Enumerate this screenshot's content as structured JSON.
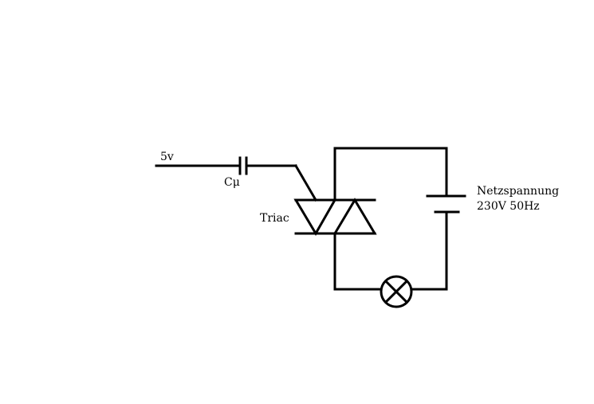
{
  "labels": {
    "input_voltage": "5v",
    "capacitor": "Cμ",
    "triac": "Triac",
    "mains_line1": "Netzspannung",
    "mains_line2": "230V 50Hz"
  },
  "colors": {
    "background": "#ffffff",
    "ink": "#000000"
  },
  "components": [
    "capacitor-symbol",
    "triac-symbol",
    "ac-source-symbol",
    "lamp-symbol"
  ]
}
